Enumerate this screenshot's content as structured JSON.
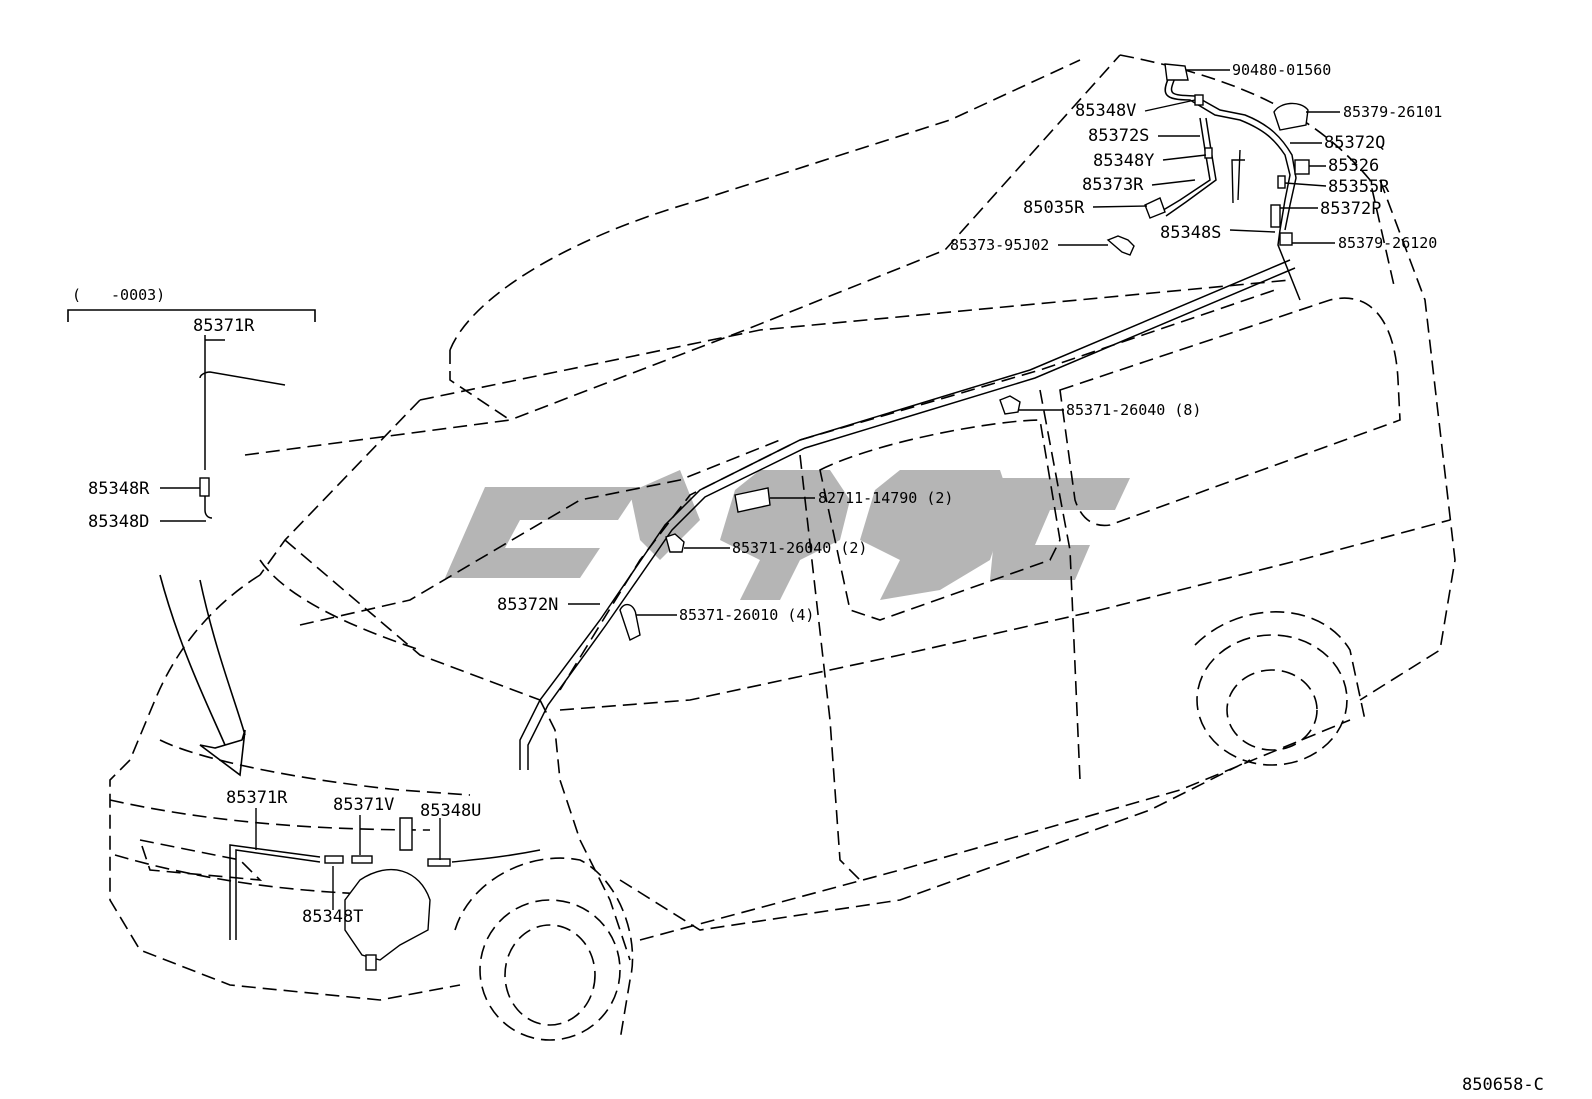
{
  "diagram": {
    "code": "850658-C",
    "inset_bracket_label": "(　　-0003)",
    "callouts": {
      "p_90480_01560": "90480-01560",
      "p_85348V": "85348V",
      "p_85379_26101": "85379-26101",
      "p_85372S": "85372S",
      "p_85372Q": "85372Q",
      "p_85348Y": "85348Y",
      "p_85326": "85326",
      "p_85373R": "85373R",
      "p_85355R": "85355R",
      "p_85035R": "85035R",
      "p_85372P": "85372P",
      "p_85348S": "85348S",
      "p_85373_95J02": "85373-95J02",
      "p_85379_26120": "85379-26120",
      "p_85371_26040_8": "85371-26040 (8)",
      "p_82711_14790_2": "82711-14790 (2)",
      "p_85371_26040_2": "85371-26040 (2)",
      "p_85372N": "85372N",
      "p_85371_26010_4": "85371-26010 (4)",
      "p_85371R_inset": "85371R",
      "p_85348R": "85348R",
      "p_85348D": "85348D",
      "p_85371R_front": "85371R",
      "p_85371V": "85371V",
      "p_85348U": "85348U",
      "p_85348T": "85348T"
    },
    "watermark_color": "#b5b5b5"
  }
}
